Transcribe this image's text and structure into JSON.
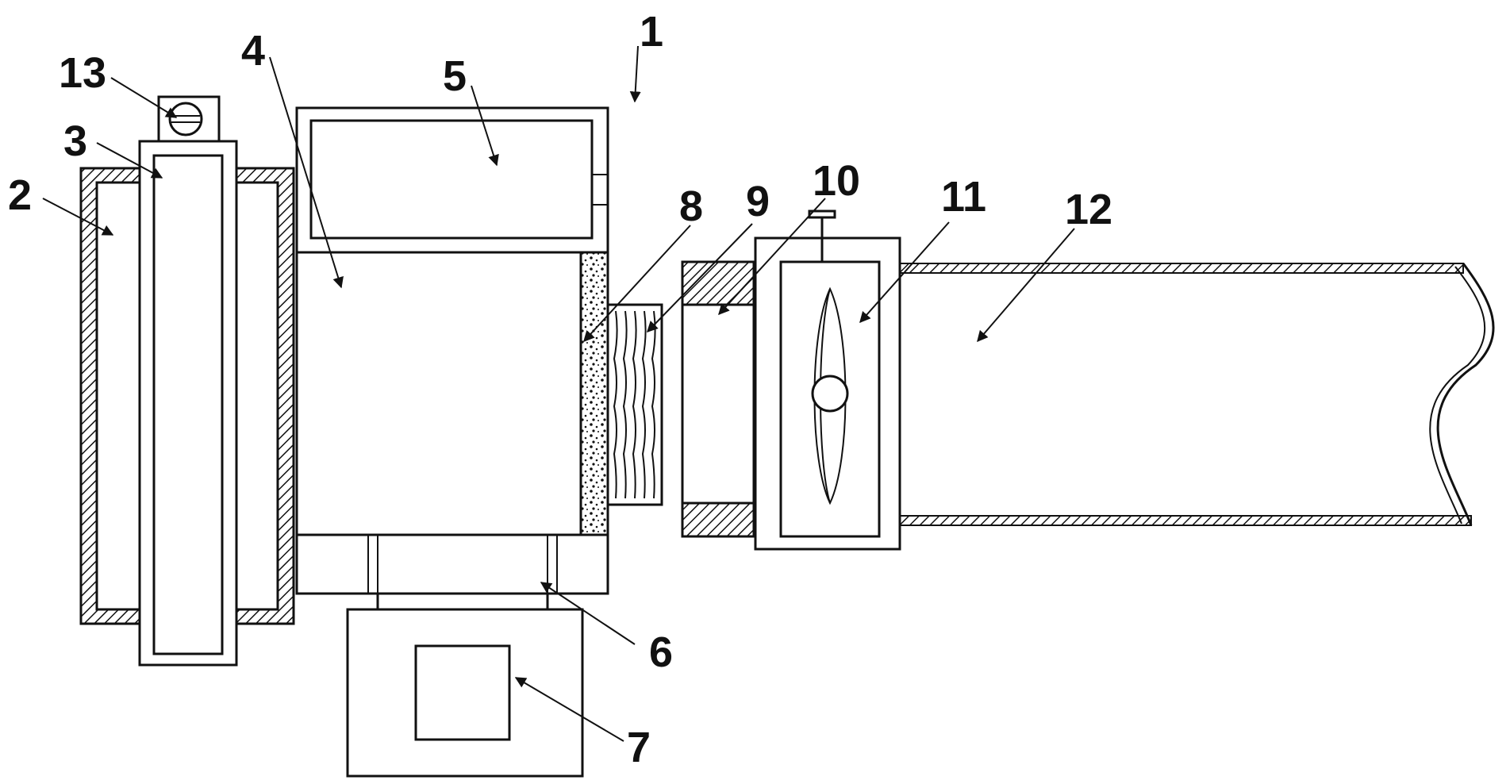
{
  "labels": {
    "l1": "1",
    "l2": "2",
    "l3": "3",
    "l4": "4",
    "l5": "5",
    "l6": "6",
    "l7": "7",
    "l8": "8",
    "l9": "9",
    "l10": "10",
    "l11": "11",
    "l12": "12",
    "l13": "13"
  },
  "colors": {
    "line": "#111111",
    "background": "#ffffff"
  }
}
